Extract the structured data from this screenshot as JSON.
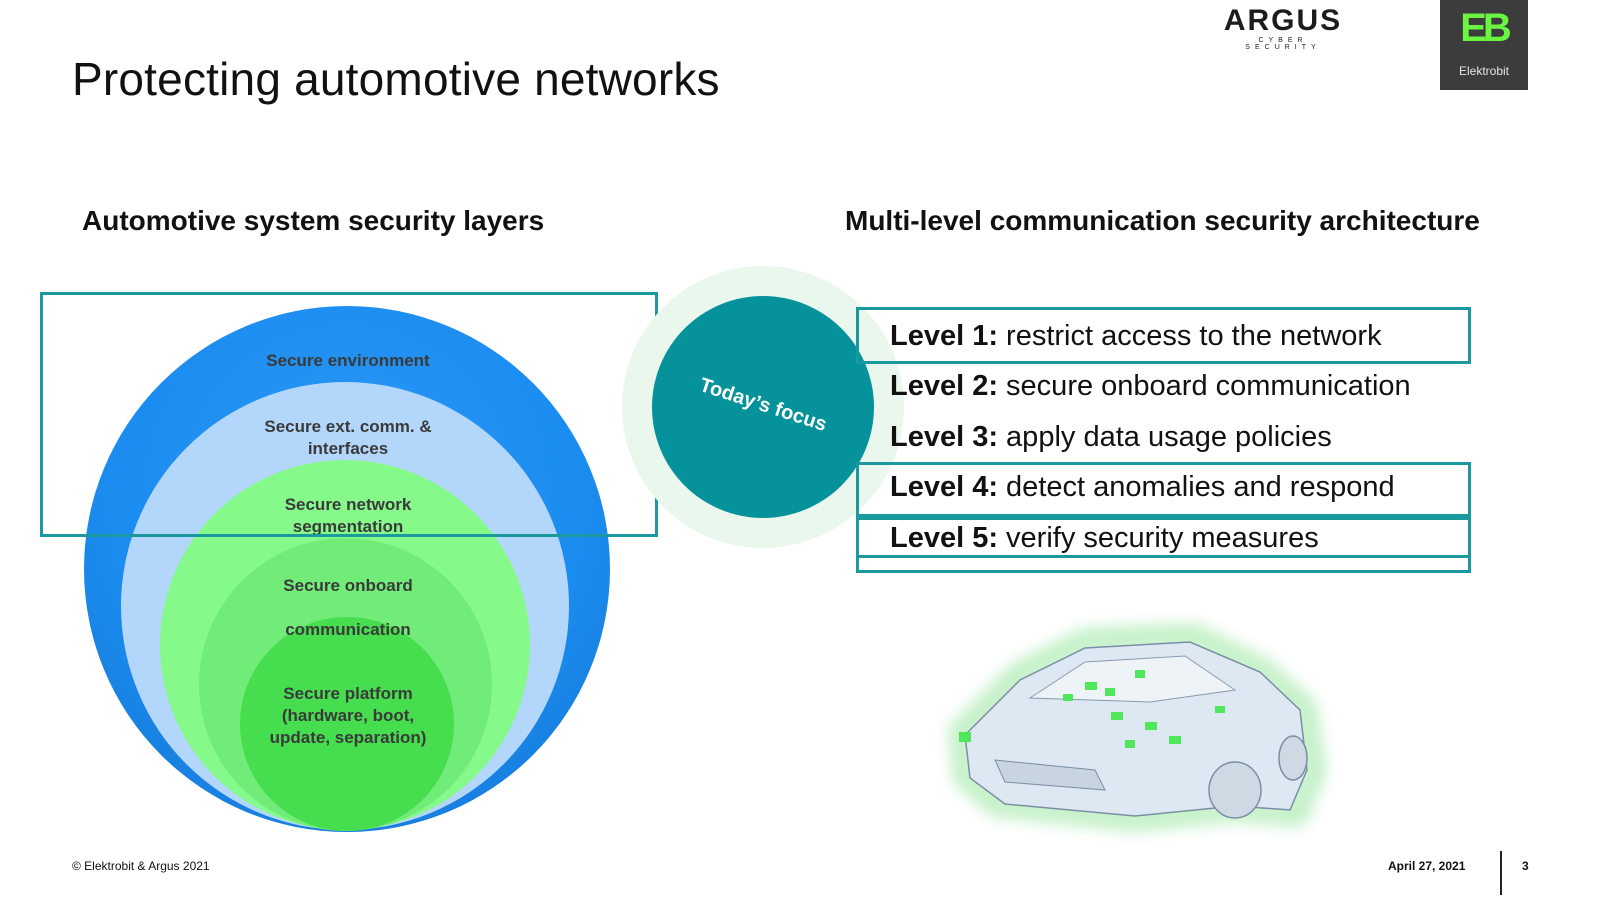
{
  "slide": {
    "title": "Protecting automotive networks",
    "left_heading": "Automotive system security layers",
    "right_heading": "Multi-level communication security architecture"
  },
  "logos": {
    "argus_name": "ARGUS",
    "argus_sub": "CYBER SECURITY",
    "eb_mark": "EB",
    "eb_name": "Elektrobit"
  },
  "layers": [
    {
      "label": "Secure environment"
    },
    {
      "label": "Secure ext. comm. & interfaces"
    },
    {
      "label": "Secure network segmentation"
    },
    {
      "label_line1": "Secure onboard",
      "label_line2": "communication"
    },
    {
      "label": "Secure platform (hardware, boot, update, separation)"
    }
  ],
  "focus": {
    "label": "Today’s focus"
  },
  "levels": [
    {
      "num": "Level 1:",
      "text": " restrict access to the network"
    },
    {
      "num": "Level 2:",
      "text": " secure onboard communication"
    },
    {
      "num": "Level 3:",
      "text": " apply data usage policies"
    },
    {
      "num": "Level 4:",
      "text": " detect anomalies and respond"
    },
    {
      "num": "Level 5:",
      "text": " verify security measures"
    }
  ],
  "footer": {
    "copyright": "© Elektrobit & Argus 2021",
    "date": "April 27, 2021",
    "page": "3"
  },
  "colors": {
    "teal": "#1a9a9f",
    "focus_teal": "#05929a",
    "blue_outer": "#1b8cf0",
    "blue_light": "#b3d7fb",
    "green_light": "#85f98a",
    "green_dark": "#46dd4f"
  }
}
